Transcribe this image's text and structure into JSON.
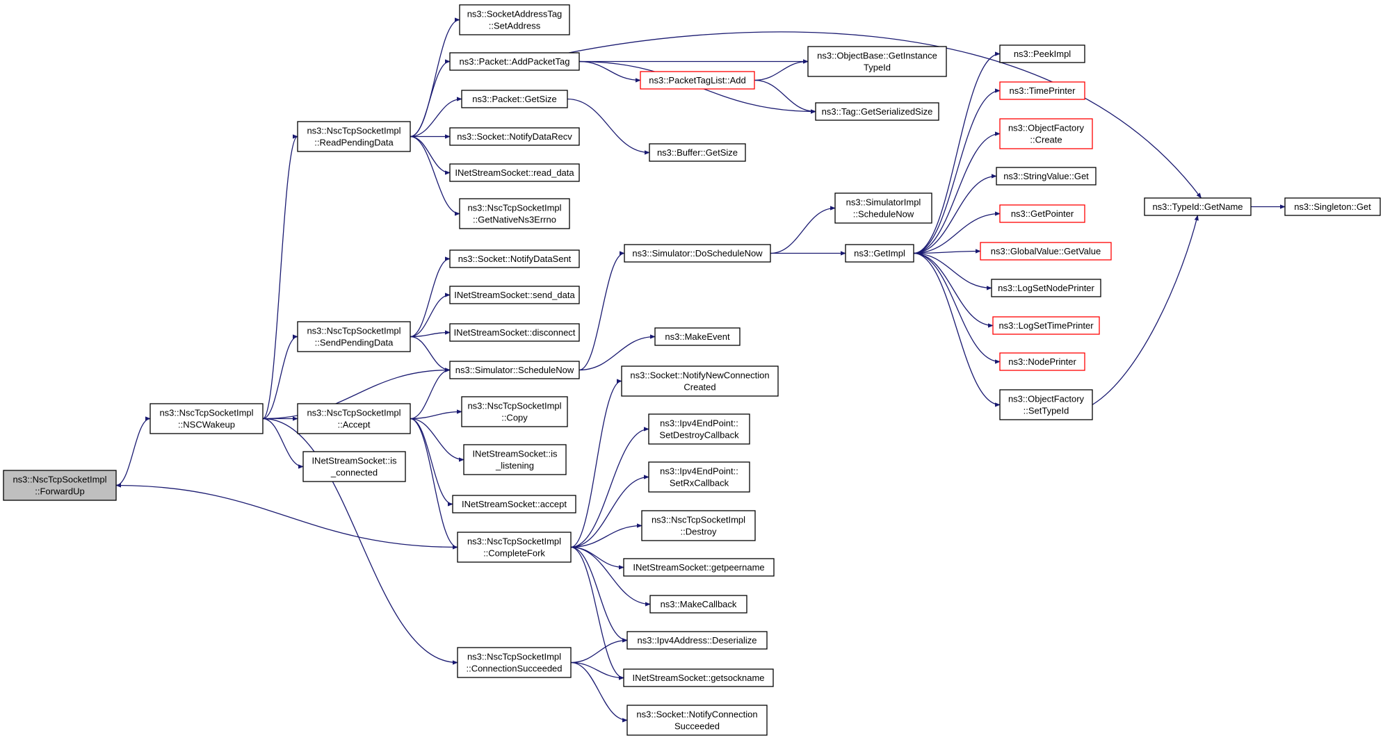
{
  "colors": {
    "edge": "#191970",
    "box": "#000000",
    "box_alert": "#ff0000",
    "root_fill": "#bfbfbf"
  },
  "nodes": [
    {
      "id": "forwardup",
      "lines": [
        "ns3::NscTcpSocketImpl",
        "::ForwardUp"
      ],
      "style": "root"
    },
    {
      "id": "nscwakeup",
      "lines": [
        "ns3::NscTcpSocketImpl",
        "::NSCWakeup"
      ],
      "style": "normal"
    },
    {
      "id": "readpending",
      "lines": [
        "ns3::NscTcpSocketImpl",
        "::ReadPendingData"
      ],
      "style": "normal"
    },
    {
      "id": "sendpending",
      "lines": [
        "ns3::NscTcpSocketImpl",
        "::SendPendingData"
      ],
      "style": "normal"
    },
    {
      "id": "accept",
      "lines": [
        "ns3::NscTcpSocketImpl",
        "::Accept"
      ],
      "style": "normal"
    },
    {
      "id": "isconnected",
      "lines": [
        "INetStreamSocket::is",
        "_connected"
      ],
      "style": "normal"
    },
    {
      "id": "completefork",
      "lines": [
        "ns3::NscTcpSocketImpl",
        "::CompleteFork"
      ],
      "style": "normal"
    },
    {
      "id": "connsucceeded",
      "lines": [
        "ns3::NscTcpSocketImpl",
        "::ConnectionSucceeded"
      ],
      "style": "normal"
    },
    {
      "id": "setaddress",
      "lines": [
        "ns3::SocketAddressTag",
        "::SetAddress"
      ],
      "style": "normal"
    },
    {
      "id": "addpackettag",
      "lines": [
        "ns3::Packet::AddPacketTag"
      ],
      "style": "normal"
    },
    {
      "id": "packetgetsize",
      "lines": [
        "ns3::Packet::GetSize"
      ],
      "style": "normal"
    },
    {
      "id": "notifydatarecv",
      "lines": [
        "ns3::Socket::NotifyDataRecv"
      ],
      "style": "normal"
    },
    {
      "id": "readdata",
      "lines": [
        "INetStreamSocket::read_data"
      ],
      "style": "normal"
    },
    {
      "id": "getnativeerrno",
      "lines": [
        "ns3::NscTcpSocketImpl",
        "::GetNativeNs3Errno"
      ],
      "style": "normal"
    },
    {
      "id": "notifydatasent",
      "lines": [
        "ns3::Socket::NotifyDataSent"
      ],
      "style": "normal"
    },
    {
      "id": "senddata",
      "lines": [
        "INetStreamSocket::send_data"
      ],
      "style": "normal"
    },
    {
      "id": "disconnect",
      "lines": [
        "INetStreamSocket::disconnect"
      ],
      "style": "normal"
    },
    {
      "id": "schedulenow",
      "lines": [
        "ns3::Simulator::ScheduleNow"
      ],
      "style": "normal"
    },
    {
      "id": "copy",
      "lines": [
        "ns3::NscTcpSocketImpl",
        "::Copy"
      ],
      "style": "normal"
    },
    {
      "id": "islistening",
      "lines": [
        "INetStreamSocket::is",
        "_listening"
      ],
      "style": "normal"
    },
    {
      "id": "acceptinet",
      "lines": [
        "INetStreamSocket::accept"
      ],
      "style": "normal"
    },
    {
      "id": "packettaglistadd",
      "lines": [
        "ns3::PacketTagList::Add"
      ],
      "style": "red"
    },
    {
      "id": "bufferget",
      "lines": [
        "ns3::Buffer::GetSize"
      ],
      "style": "normal"
    },
    {
      "id": "getinstancetypeid",
      "lines": [
        "ns3::ObjectBase::GetInstance",
        "TypeId"
      ],
      "style": "normal"
    },
    {
      "id": "tagserialized",
      "lines": [
        "ns3::Tag::GetSerializedSize"
      ],
      "style": "normal"
    },
    {
      "id": "doschedulenow",
      "lines": [
        "ns3::Simulator::DoScheduleNow"
      ],
      "style": "normal"
    },
    {
      "id": "simimplschedulenow",
      "lines": [
        "ns3::SimulatorImpl",
        "::ScheduleNow"
      ],
      "style": "normal"
    },
    {
      "id": "getimpl",
      "lines": [
        "ns3::GetImpl"
      ],
      "style": "normal"
    },
    {
      "id": "makeevent",
      "lines": [
        "ns3::MakeEvent"
      ],
      "style": "normal"
    },
    {
      "id": "notifynewconn",
      "lines": [
        "ns3::Socket::NotifyNewConnection",
        "Created"
      ],
      "style": "normal"
    },
    {
      "id": "setdestroycb",
      "lines": [
        "ns3::Ipv4EndPoint::",
        "SetDestroyCallback"
      ],
      "style": "normal"
    },
    {
      "id": "setrxcb",
      "lines": [
        "ns3::Ipv4EndPoint::",
        "SetRxCallback"
      ],
      "style": "normal"
    },
    {
      "id": "destroy",
      "lines": [
        "ns3::NscTcpSocketImpl",
        "::Destroy"
      ],
      "style": "normal"
    },
    {
      "id": "getpeername",
      "lines": [
        "INetStreamSocket::getpeername"
      ],
      "style": "normal"
    },
    {
      "id": "makecallback",
      "lines": [
        "ns3::MakeCallback"
      ],
      "style": "normal"
    },
    {
      "id": "deserialize",
      "lines": [
        "ns3::Ipv4Address::Deserialize"
      ],
      "style": "normal"
    },
    {
      "id": "getsockname",
      "lines": [
        "INetStreamSocket::getsockname"
      ],
      "style": "normal"
    },
    {
      "id": "notifyconnsucceeded",
      "lines": [
        "ns3::Socket::NotifyConnection",
        "Succeeded"
      ],
      "style": "normal"
    },
    {
      "id": "peekimpl",
      "lines": [
        "ns3::PeekImpl"
      ],
      "style": "normal"
    },
    {
      "id": "timeprinter",
      "lines": [
        "ns3::TimePrinter"
      ],
      "style": "red"
    },
    {
      "id": "objfactorycreate",
      "lines": [
        "ns3::ObjectFactory",
        "::Create"
      ],
      "style": "red"
    },
    {
      "id": "stringvalueget",
      "lines": [
        "ns3::StringValue::Get"
      ],
      "style": "normal"
    },
    {
      "id": "getpointer",
      "lines": [
        "ns3::GetPointer"
      ],
      "style": "red"
    },
    {
      "id": "globalvalueget",
      "lines": [
        "ns3::GlobalValue::GetValue"
      ],
      "style": "red"
    },
    {
      "id": "lognodeprinter",
      "lines": [
        "ns3::LogSetNodePrinter"
      ],
      "style": "normal"
    },
    {
      "id": "logtimeprinter",
      "lines": [
        "ns3::LogSetTimePrinter"
      ],
      "style": "red"
    },
    {
      "id": "nodeprinter",
      "lines": [
        "ns3::NodePrinter"
      ],
      "style": "red"
    },
    {
      "id": "objfactorysettypeid",
      "lines": [
        "ns3::ObjectFactory",
        "::SetTypeId"
      ],
      "style": "normal"
    },
    {
      "id": "typeidgetname",
      "lines": [
        "ns3::TypeId::GetName"
      ],
      "style": "normal"
    },
    {
      "id": "singletonget",
      "lines": [
        "ns3::Singleton::Get"
      ],
      "style": "normal"
    }
  ],
  "edges": [
    [
      "forwardup",
      "nscwakeup"
    ],
    [
      "completefork",
      "forwardup"
    ],
    [
      "nscwakeup",
      "readpending"
    ],
    [
      "nscwakeup",
      "sendpending"
    ],
    [
      "nscwakeup",
      "schedulenow"
    ],
    [
      "nscwakeup",
      "accept"
    ],
    [
      "nscwakeup",
      "isconnected"
    ],
    [
      "nscwakeup",
      "connsucceeded"
    ],
    [
      "readpending",
      "setaddress"
    ],
    [
      "readpending",
      "addpackettag"
    ],
    [
      "readpending",
      "packetgetsize"
    ],
    [
      "readpending",
      "notifydatarecv"
    ],
    [
      "readpending",
      "readdata"
    ],
    [
      "readpending",
      "getnativeerrno"
    ],
    [
      "sendpending",
      "notifydatasent"
    ],
    [
      "sendpending",
      "senddata"
    ],
    [
      "sendpending",
      "disconnect"
    ],
    [
      "sendpending",
      "schedulenow"
    ],
    [
      "accept",
      "schedulenow"
    ],
    [
      "accept",
      "copy"
    ],
    [
      "accept",
      "islistening"
    ],
    [
      "accept",
      "acceptinet"
    ],
    [
      "accept",
      "completefork"
    ],
    [
      "addpackettag",
      "packettaglistadd"
    ],
    [
      "addpackettag",
      "getinstancetypeid"
    ],
    [
      "addpackettag",
      "tagserialized"
    ],
    [
      "addpackettag",
      "typeidgetname"
    ],
    [
      "packettaglistadd",
      "getinstancetypeid"
    ],
    [
      "packettaglistadd",
      "tagserialized"
    ],
    [
      "packetgetsize",
      "bufferget"
    ],
    [
      "schedulenow",
      "doschedulenow"
    ],
    [
      "schedulenow",
      "makeevent"
    ],
    [
      "doschedulenow",
      "simimplschedulenow"
    ],
    [
      "doschedulenow",
      "getimpl"
    ],
    [
      "getimpl",
      "peekimpl"
    ],
    [
      "getimpl",
      "timeprinter"
    ],
    [
      "getimpl",
      "objfactorycreate"
    ],
    [
      "getimpl",
      "stringvalueget"
    ],
    [
      "getimpl",
      "getpointer"
    ],
    [
      "getimpl",
      "globalvalueget"
    ],
    [
      "getimpl",
      "lognodeprinter"
    ],
    [
      "getimpl",
      "logtimeprinter"
    ],
    [
      "getimpl",
      "nodeprinter"
    ],
    [
      "getimpl",
      "objfactorysettypeid"
    ],
    [
      "objfactorysettypeid",
      "typeidgetname"
    ],
    [
      "typeidgetname",
      "singletonget"
    ],
    [
      "completefork",
      "notifynewconn"
    ],
    [
      "completefork",
      "setdestroycb"
    ],
    [
      "completefork",
      "setrxcb"
    ],
    [
      "completefork",
      "destroy"
    ],
    [
      "completefork",
      "getpeername"
    ],
    [
      "completefork",
      "makecallback"
    ],
    [
      "completefork",
      "deserialize"
    ],
    [
      "completefork",
      "getsockname"
    ],
    [
      "connsucceeded",
      "deserialize"
    ],
    [
      "connsucceeded",
      "getsockname"
    ],
    [
      "connsucceeded",
      "notifyconnsucceeded"
    ]
  ]
}
